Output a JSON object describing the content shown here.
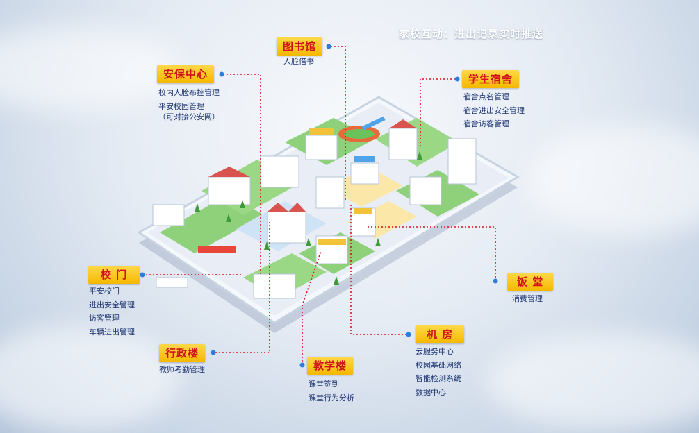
{
  "headline": "家校互动：进出记录实时推送",
  "colors": {
    "label_bg": "#f5c000",
    "label_text": "#d0101a",
    "item_text": "#1c3470",
    "connector": "#e0101a",
    "dot": "#2b7de0"
  },
  "modules": [
    {
      "key": "security",
      "title": "安保中心",
      "items": [
        "校内人脸布控管理",
        "平安校园管理",
        "（可对接公安网）"
      ]
    },
    {
      "key": "library",
      "title": "图书馆",
      "items": [
        "人脸借书"
      ]
    },
    {
      "key": "dorm",
      "title": "学生宿舍",
      "items": [
        "宿舍点名管理",
        "宿舍进出安全管理",
        "宿舍访客管理"
      ]
    },
    {
      "key": "gate",
      "title": "校 门",
      "items": [
        "平安校门",
        "进出安全管理",
        "访客管理",
        "车辆进出管理"
      ]
    },
    {
      "key": "admin",
      "title": "行政楼",
      "items": [
        "教师考勤管理"
      ]
    },
    {
      "key": "teaching",
      "title": "教学楼",
      "items": [
        "课堂签到",
        "课堂行为分析"
      ]
    },
    {
      "key": "computer",
      "title": "机 房",
      "items": [
        "云服务中心",
        "校园基础网络",
        "智能检测系统",
        "数据中心"
      ]
    },
    {
      "key": "canteen",
      "title": "饭 堂",
      "items": [
        "消费管理"
      ]
    }
  ]
}
